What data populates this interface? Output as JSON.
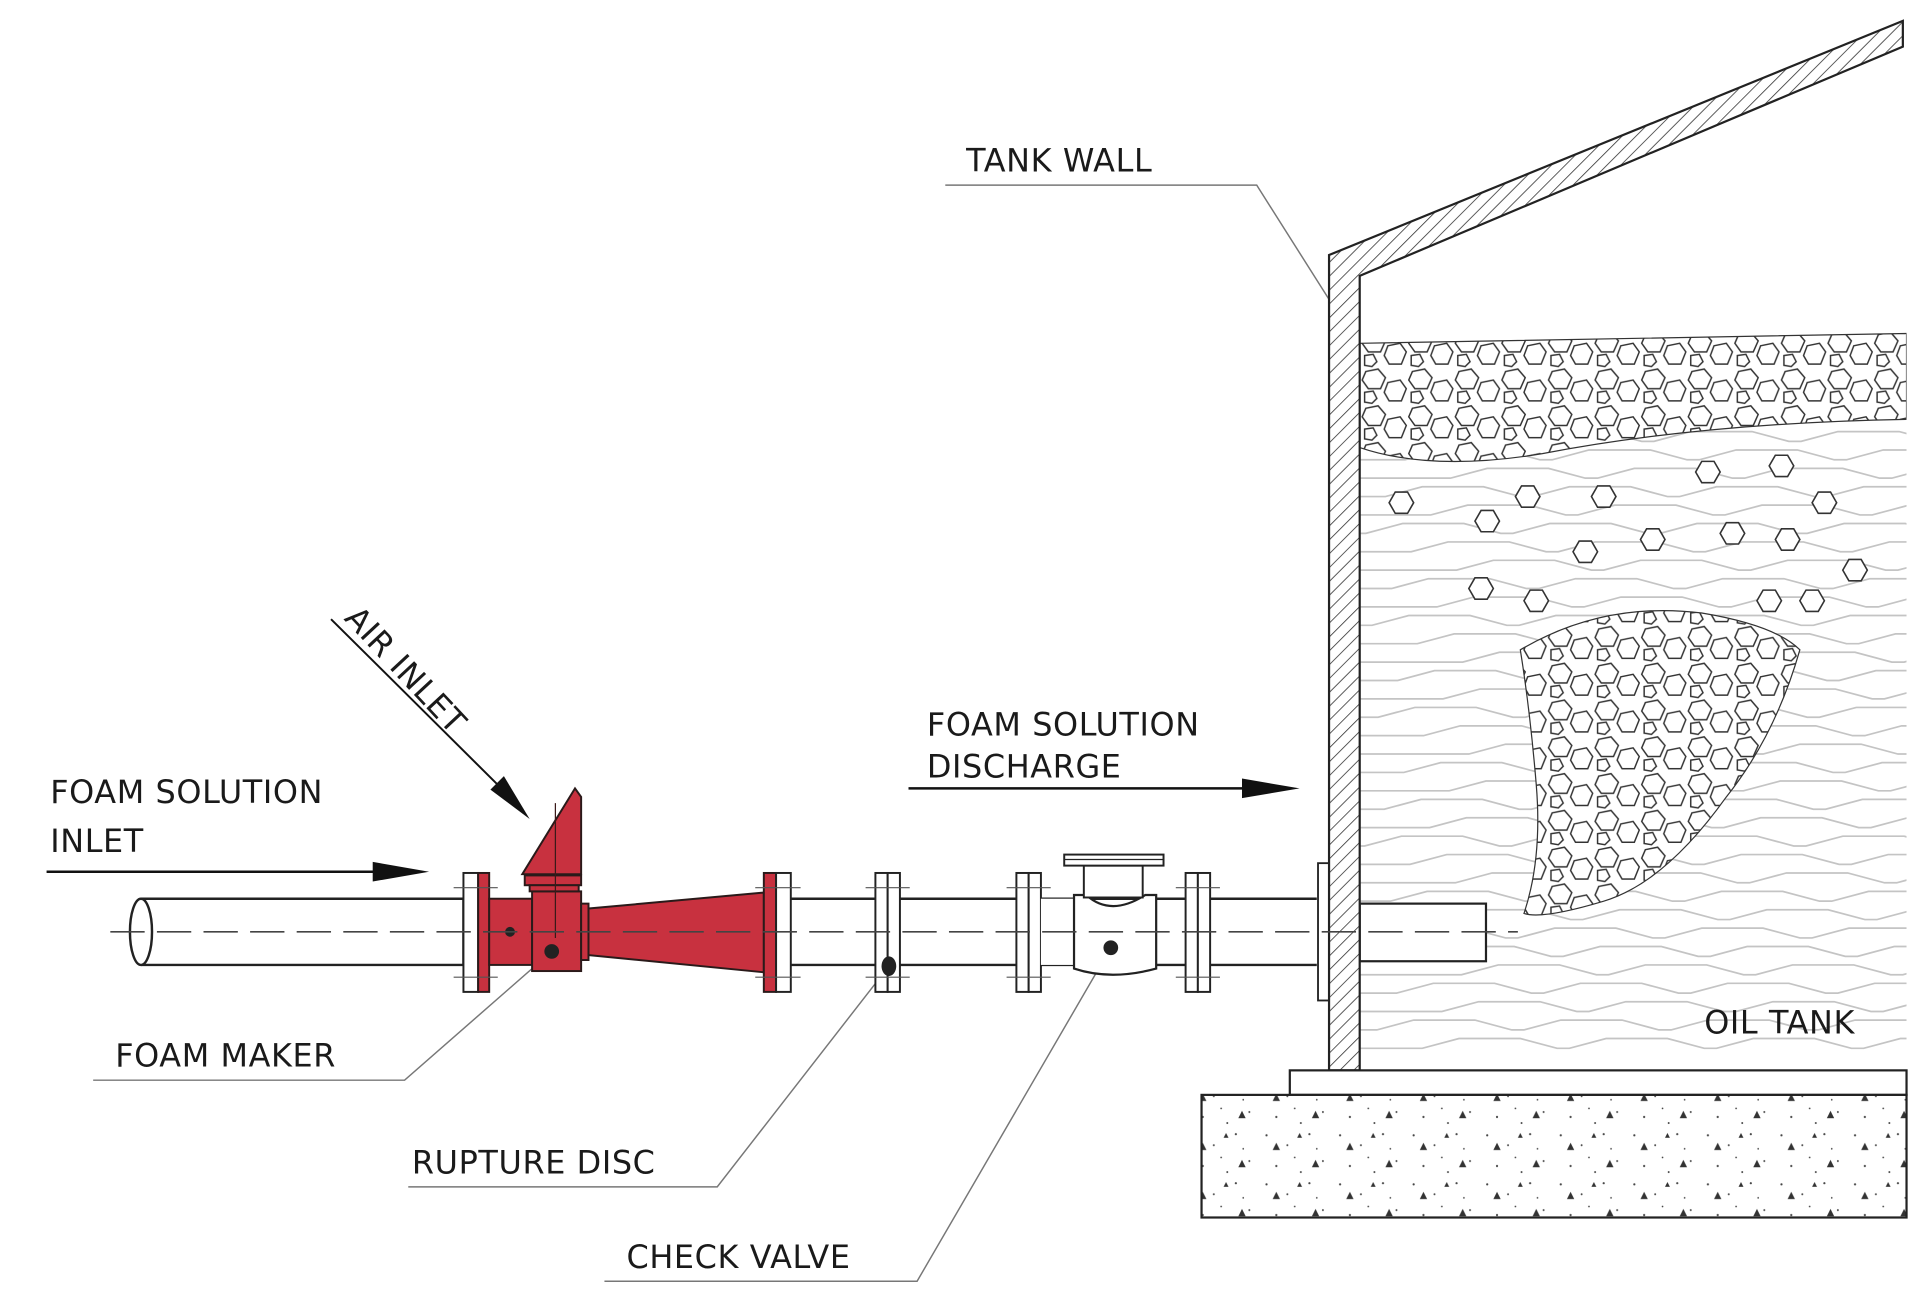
{
  "title": "Foam system schematic: foam maker to oil tank",
  "colors": {
    "foam_maker": "#c8313f",
    "line": "#222222",
    "liquid_lines": "#c4c4c4"
  },
  "labels": {
    "foam_solution_inlet_line1": "FOAM SOLUTION",
    "foam_solution_inlet_line2": "INLET",
    "air_inlet": "AIR INLET",
    "foam_solution_discharge_line1": "FOAM SOLUTION",
    "foam_solution_discharge_line2": "DISCHARGE",
    "tank_wall": "TANK WALL",
    "foam_maker": "FOAM MAKER",
    "rupture_disc": "RUPTURE DISC",
    "check_valve": "CHECK VALVE",
    "oil_tank": "OIL TANK"
  }
}
